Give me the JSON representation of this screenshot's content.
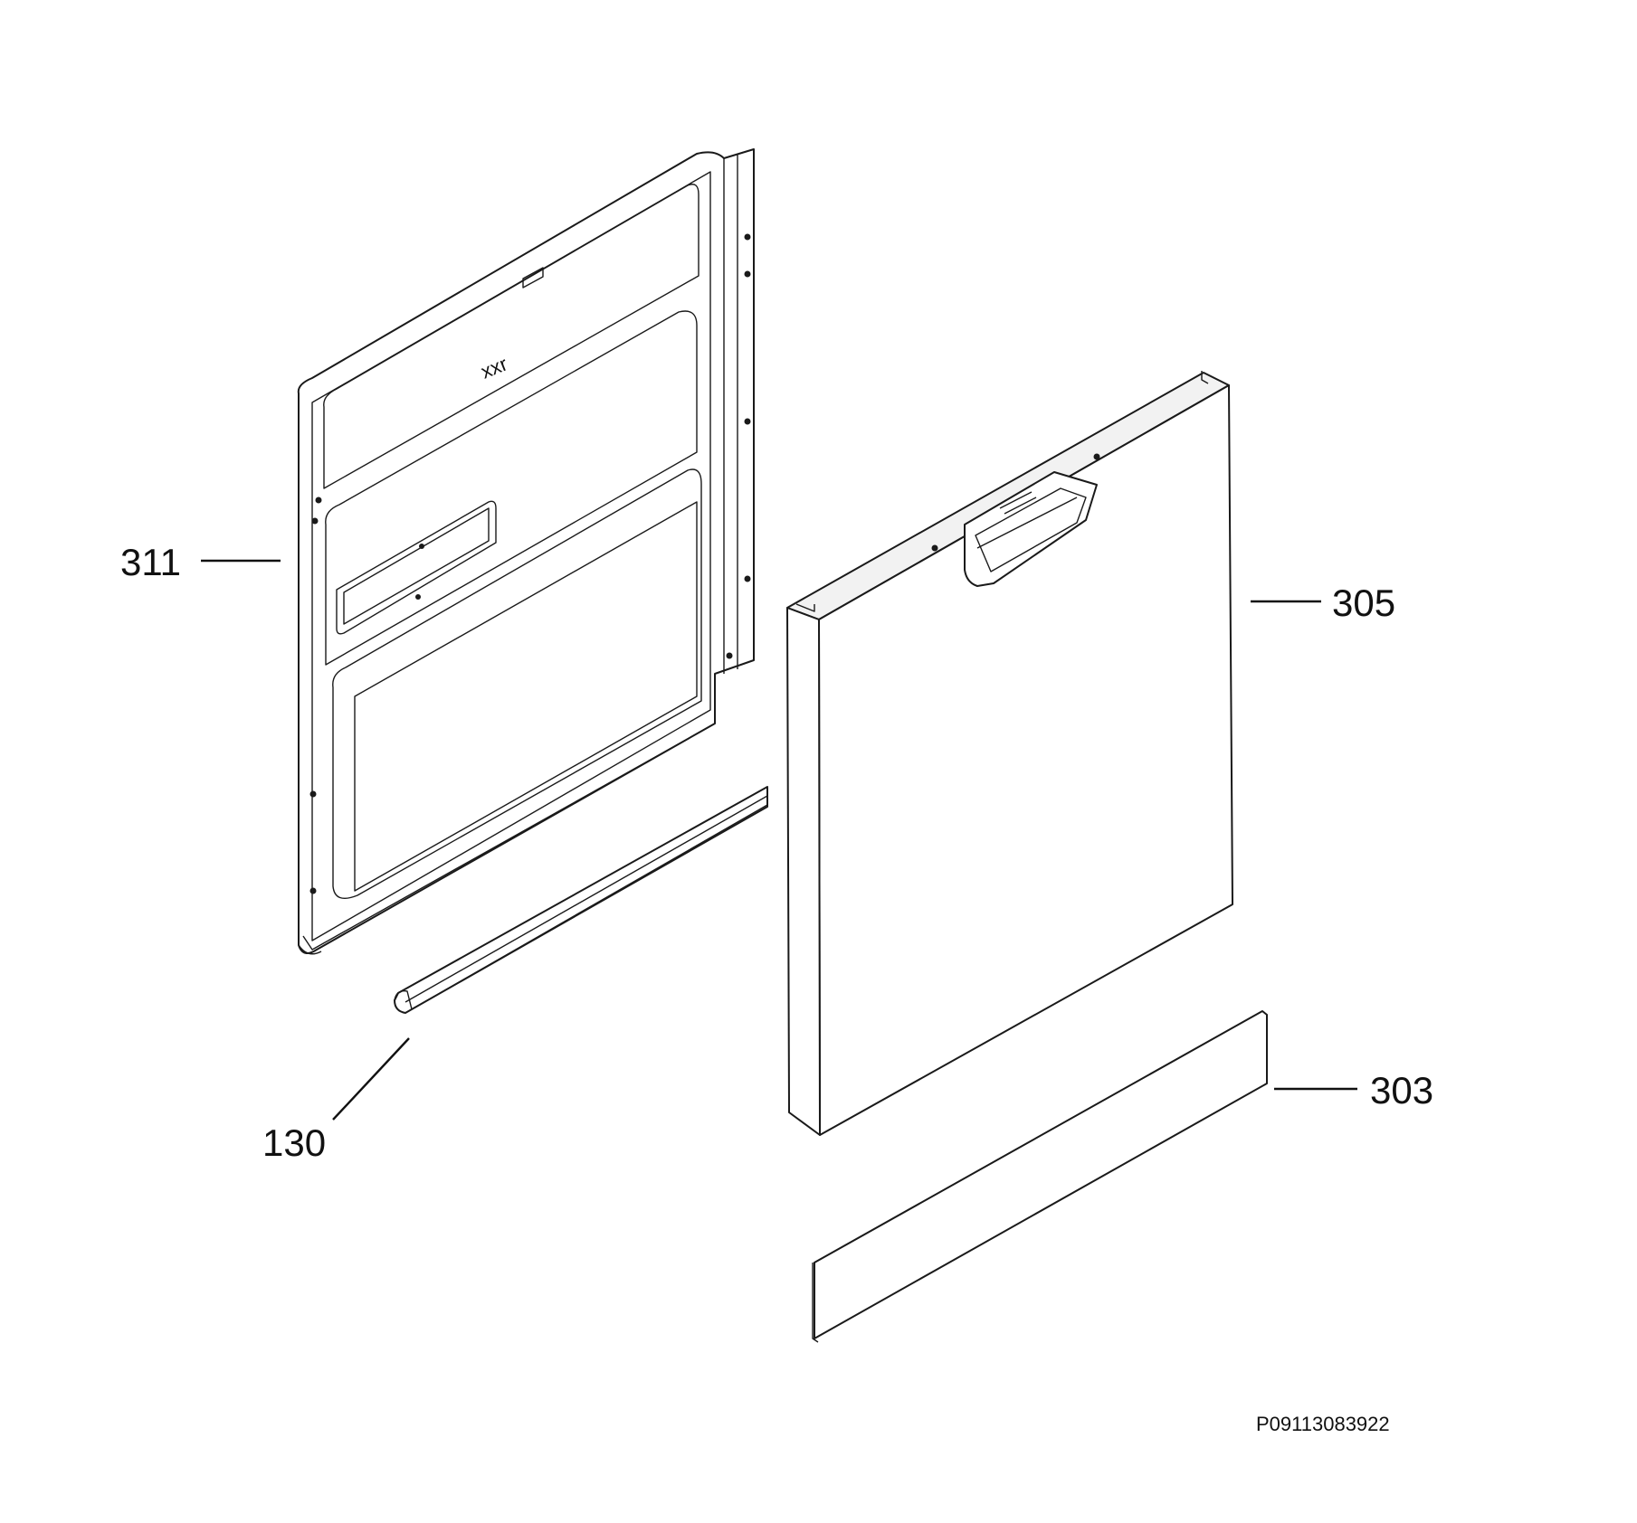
{
  "parts": [
    {
      "id": "311",
      "label": "311"
    },
    {
      "id": "305",
      "label": "305"
    },
    {
      "id": "130",
      "label": "130"
    },
    {
      "id": "303",
      "label": "303"
    }
  ],
  "inner_door_marking": "xxr",
  "diagram_code": "P09113083922"
}
